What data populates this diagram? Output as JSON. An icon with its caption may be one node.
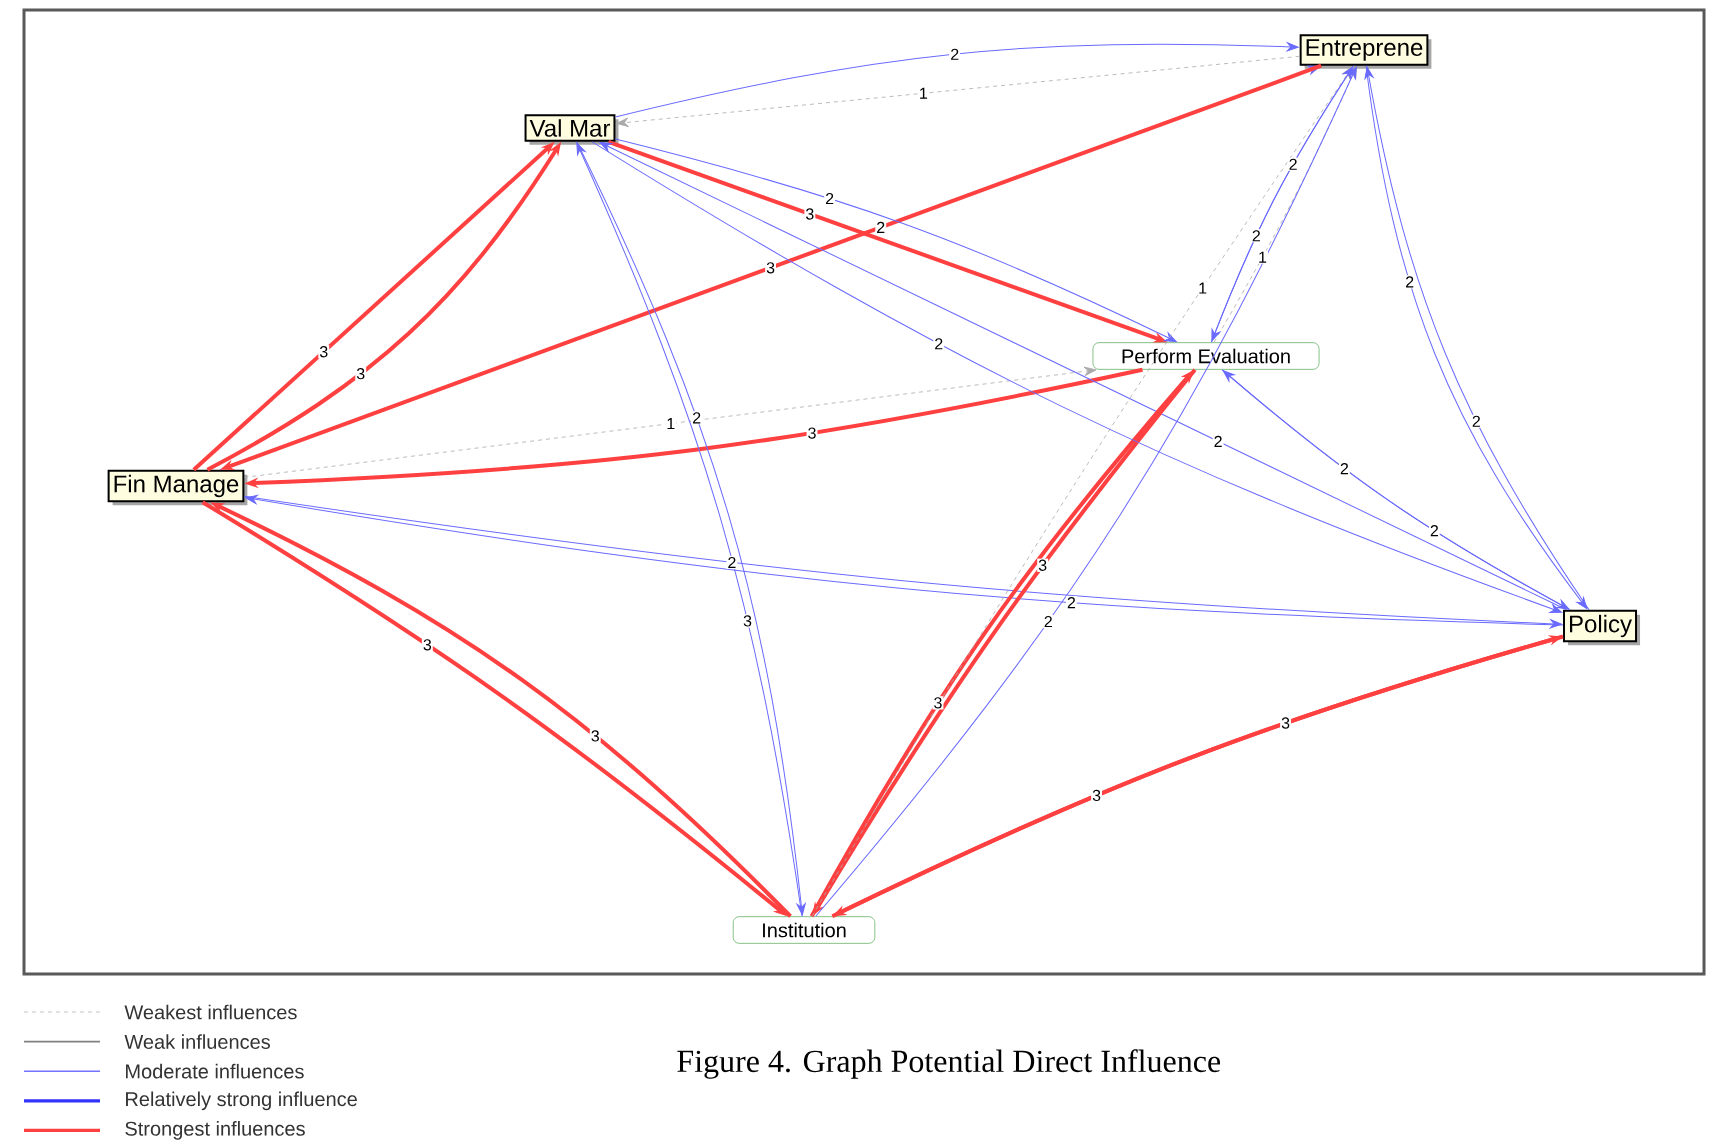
{
  "diagram": {
    "caption": "Figure 4. Graph Potential Direct Influence",
    "nodes": [
      {
        "text": [
          "Val Mar"
        ]
      },
      {
        "text": [
          "Entreprene"
        ]
      },
      {
        "text": [
          "Perform Evaluation"
        ]
      },
      {
        "text": [
          "Fin Manage"
        ]
      },
      {
        "text": [
          "Policy"
        ]
      },
      {
        "text": [
          "Institution"
        ]
      }
    ],
    "edges": [
      {
        "from": 0,
        "to": 1,
        "arrow": "to",
        "label": "2"
      },
      {
        "from": 1,
        "to": 0,
        "arrow": "to",
        "label": "1",
        "style": "dashed",
        "color": "#aaaaaa"
      },
      {
        "from": 3,
        "to": 1,
        "arrow": "to",
        "label": "2"
      },
      {
        "from": 1,
        "to": 3,
        "arrow": "to",
        "label": "3",
        "style": "thick",
        "color": "#ff4040"
      },
      {
        "from": 3,
        "to": 0,
        "arrow": "to",
        "label": "3",
        "style": "thick",
        "color": "#ff4040"
      },
      {
        "from": 3,
        "to": 0,
        "arrow": "to",
        "label": "3",
        "style": "thick",
        "color": "#ff4040"
      },
      {
        "from": 0,
        "to": 2,
        "arrow": "to",
        "label": "3",
        "style": "thick",
        "color": "#ff4040"
      },
      {
        "from": 0,
        "to": 2,
        "arrow": "to",
        "label": "2"
      },
      {
        "from": 2,
        "to": 3,
        "arrow": "to",
        "label": "3",
        "style": "thick",
        "color": "#ff4040"
      },
      {
        "from": 3,
        "to": 2,
        "arrow": "to",
        "label": "1",
        "style": "dashed",
        "color": "#aaaaaa"
      },
      {
        "from": 4,
        "to": 0,
        "arrow": "to",
        "label": "2"
      },
      {
        "from": 5,
        "to": 0,
        "arrow": "to",
        "label": "3"
      },
      {
        "from": 0,
        "to": 5,
        "arrow": "to",
        "label": "2"
      },
      {
        "from": 4,
        "to": 3,
        "arrow": "to",
        "label": "2"
      },
      {
        "from": 3,
        "to": 4,
        "arrow": "to",
        "label": "2"
      },
      {
        "from": 5,
        "to": 3,
        "arrow": "to",
        "label": "3",
        "style": "thick",
        "color": "#ff4040"
      },
      {
        "from": 3,
        "to": 5,
        "arrow": "to",
        "label": "3",
        "style": "thick",
        "color": "#ff4040"
      },
      {
        "from": 5,
        "to": 2,
        "arrow": "to",
        "label": "3",
        "style": "thick",
        "color": "#ff4040"
      },
      {
        "from": 2,
        "to": 5,
        "arrow": "to",
        "label": "3",
        "style": "thick",
        "color": "#ff4040"
      },
      {
        "from": 5,
        "to": 1,
        "arrow": "to",
        "label": "1",
        "style": "dashed",
        "color": "#aaaaaa"
      },
      {
        "from": 2,
        "to": 1,
        "arrow": "to",
        "label": "1",
        "style": "dashed",
        "color": "#aaaaaa"
      },
      {
        "from": 2,
        "to": 1,
        "arrow": "to",
        "label": "2"
      },
      {
        "from": 1,
        "to": 2,
        "arrow": "to",
        "label": "2"
      },
      {
        "from": 5,
        "to": 1,
        "arrow": "to",
        "label": "2"
      },
      {
        "from": 1,
        "to": 4,
        "arrow": "to",
        "label": "2"
      },
      {
        "from": 4,
        "to": 1,
        "arrow": "to",
        "label": "2"
      },
      {
        "from": 4,
        "to": 2,
        "arrow": "to",
        "label": "2"
      },
      {
        "from": 2,
        "to": 4,
        "arrow": "to",
        "label": "2"
      },
      {
        "from": 5,
        "to": 4,
        "arrow": "to",
        "label": "3",
        "style": "thick",
        "color": "#ff4040"
      },
      {
        "from": 4,
        "to": 5,
        "arrow": "to",
        "label": "3",
        "style": "thick",
        "color": "#ff4040"
      },
      {
        "from": 0,
        "to": 4,
        "arrow": "to",
        "label": "2"
      }
    ],
    "legend": [
      {
        "text": "Weakest influences"
      },
      {
        "text": "Weak influences"
      },
      {
        "text": "Moderate influences"
      },
      {
        "text": "Relatively strong influence"
      },
      {
        "text": "Strongest influences"
      }
    ]
  }
}
